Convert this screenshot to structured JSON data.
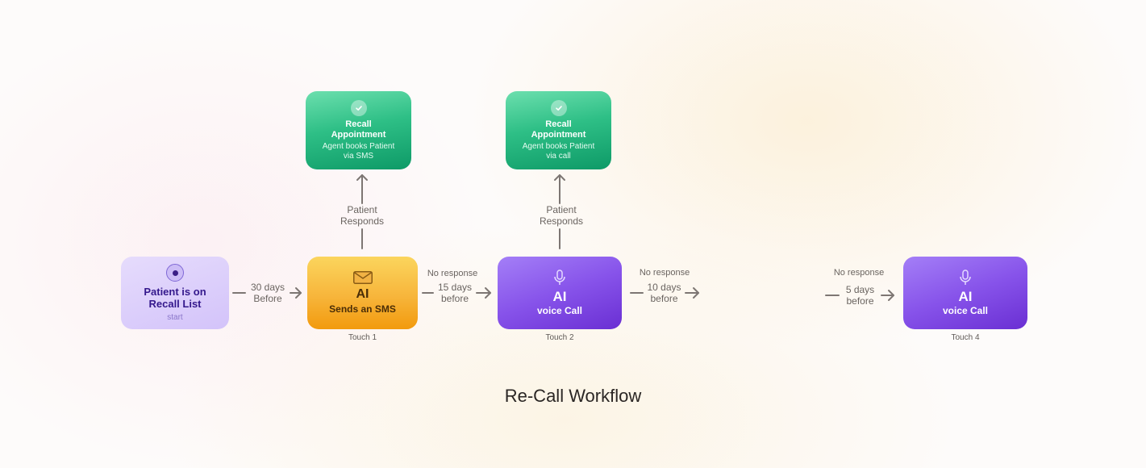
{
  "title": "Re-Call Workflow",
  "start": {
    "title": "Patient is on Recall List",
    "sub": "start"
  },
  "touch1": {
    "title": "AI",
    "sub": "Sends an SMS",
    "caption": "Touch 1",
    "icon": "envelope-icon"
  },
  "touch2": {
    "title": "AI",
    "sub": "voice Call",
    "caption": "Touch 2",
    "icon": "microphone-icon"
  },
  "touch4": {
    "title": "AI",
    "sub": "voice Call",
    "caption": "Touch 4",
    "icon": "microphone-icon"
  },
  "appointment_sms": {
    "title": "Recall Appointment",
    "sub": "Agent books Patient via SMS",
    "icon": "check-icon"
  },
  "appointment_call": {
    "title": "Recall Appointment",
    "sub": "Agent books Patient via call",
    "icon": "check-icon"
  },
  "edges": {
    "start_to_touch1": {
      "line1": "30 days",
      "line2": "Before"
    },
    "touch1_to_touch2": {
      "header": "No response",
      "line1": "15 days",
      "line2": "before"
    },
    "touch2_next": {
      "header": "No response",
      "line1": "10 days",
      "line2": "before"
    },
    "to_touch4": {
      "header": "No response",
      "line1": "5 days",
      "line2": "before"
    },
    "touch1_up": {
      "line1": "Patient",
      "line2": "Responds"
    },
    "touch2_up": {
      "line1": "Patient",
      "line2": "Responds"
    }
  },
  "colors": {
    "start": "#d9ccfb",
    "sms": "#f7b53b",
    "voice": "#8753ea",
    "appointment": "#2ebf86",
    "arrow": "#7d7673"
  }
}
